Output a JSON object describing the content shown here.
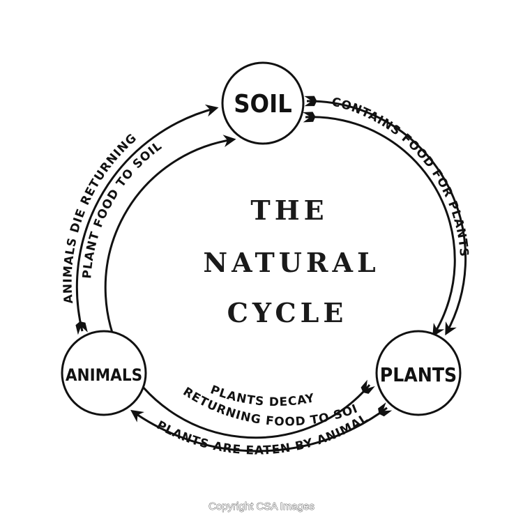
{
  "diagram": {
    "title_lines": [
      "THE",
      "NATURAL",
      "CYCLE"
    ],
    "nodes": {
      "soil": "SOIL",
      "animals": "ANIMALS",
      "plants": "PLANTS"
    },
    "edges": {
      "soil_to_plants": "CONTAINS FOOD FOR PLANTS",
      "animals_to_soil_line1": "ANIMALS DIE RETURNING",
      "animals_to_soil_line2": "PLANT FOOD TO SOIL",
      "plants_to_soil_line1": "PLANTS DECAY",
      "plants_to_soil_line2": "RETURNING FOOD TO SOIL",
      "plants_to_animals": "PLANTS ARE EATEN BY ANIMALS"
    }
  },
  "footer": {
    "copyright": "Copyright CSA Images"
  }
}
